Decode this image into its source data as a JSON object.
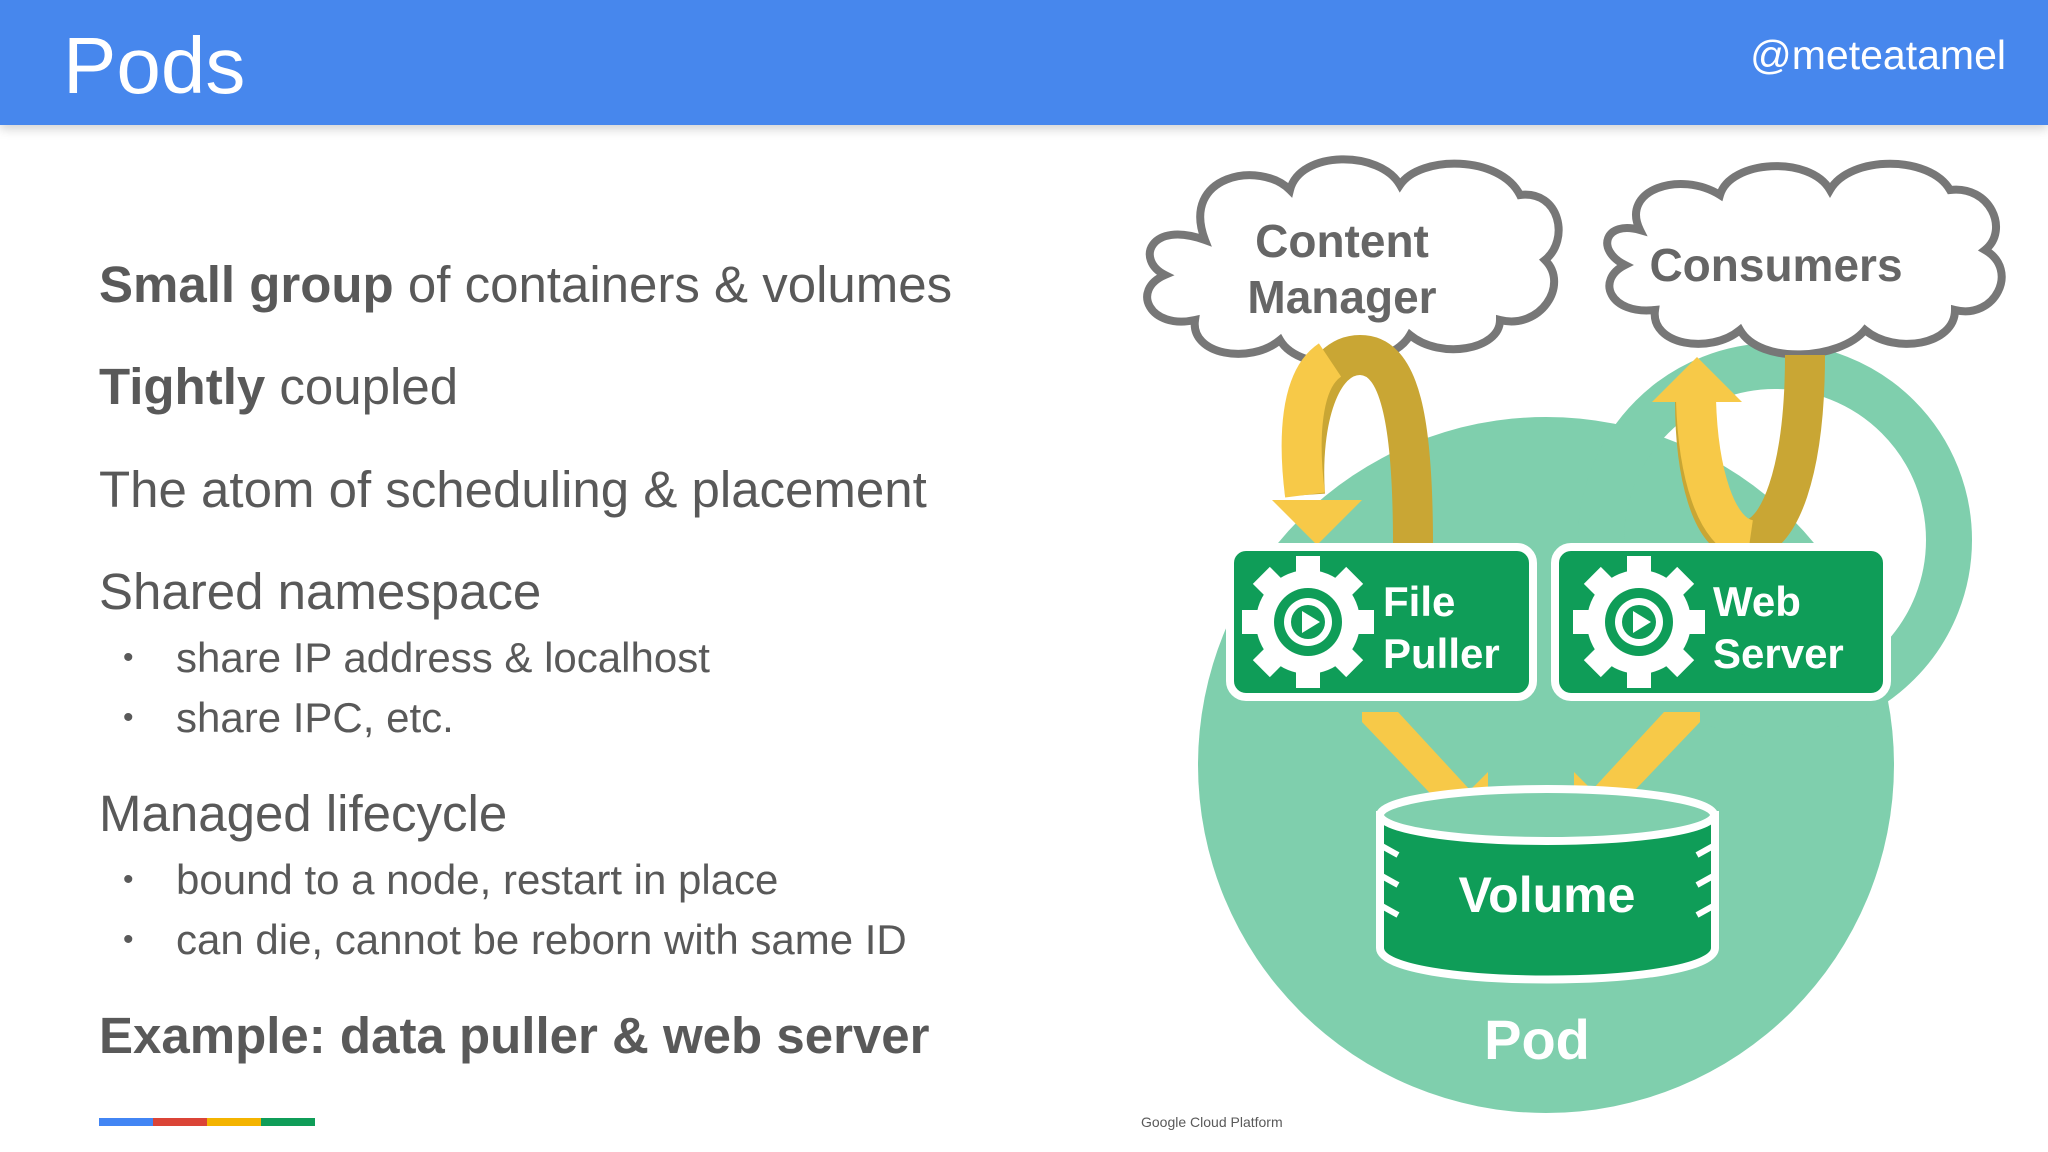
{
  "header": {
    "title": "Pods",
    "handle": "@meteatamel"
  },
  "bullets": {
    "b1_bold": "Small group",
    "b1_rest": " of containers & volumes",
    "b2_bold": "Tightly",
    "b2_rest": " coupled",
    "b3": "The atom of scheduling & placement",
    "b4": "Shared namespace",
    "b4_sub": [
      "share IP address & localhost",
      "share IPC, etc."
    ],
    "b5": "Managed lifecycle",
    "b5_sub": [
      "bound to a node, restart in place",
      "can die, cannot be reborn with same ID"
    ],
    "b6": "Example: data puller & web server",
    "bullet_char": "•"
  },
  "diagram": {
    "cloud_left_line1": "Content",
    "cloud_left_line2": "Manager",
    "cloud_right": "Consumers",
    "box_left_line1": "File",
    "box_left_line2": "Puller",
    "box_right_line1": "Web",
    "box_right_line2": "Server",
    "volume": "Volume",
    "pod": "Pod"
  },
  "footer": {
    "brand": "Google Cloud Platform"
  },
  "colors": {
    "header_bg": "#4787ed",
    "text": "#595959",
    "pod_green": "#7fcfad",
    "box_green": "#0f9d58",
    "arrow_yellow": "#f7c948",
    "arrow_dark": "#c9a634",
    "cloud_stroke": "#777777",
    "google_blue": "#4285f4",
    "google_red": "#db4437",
    "google_yellow": "#f4b400",
    "google_green": "#0f9d58"
  }
}
